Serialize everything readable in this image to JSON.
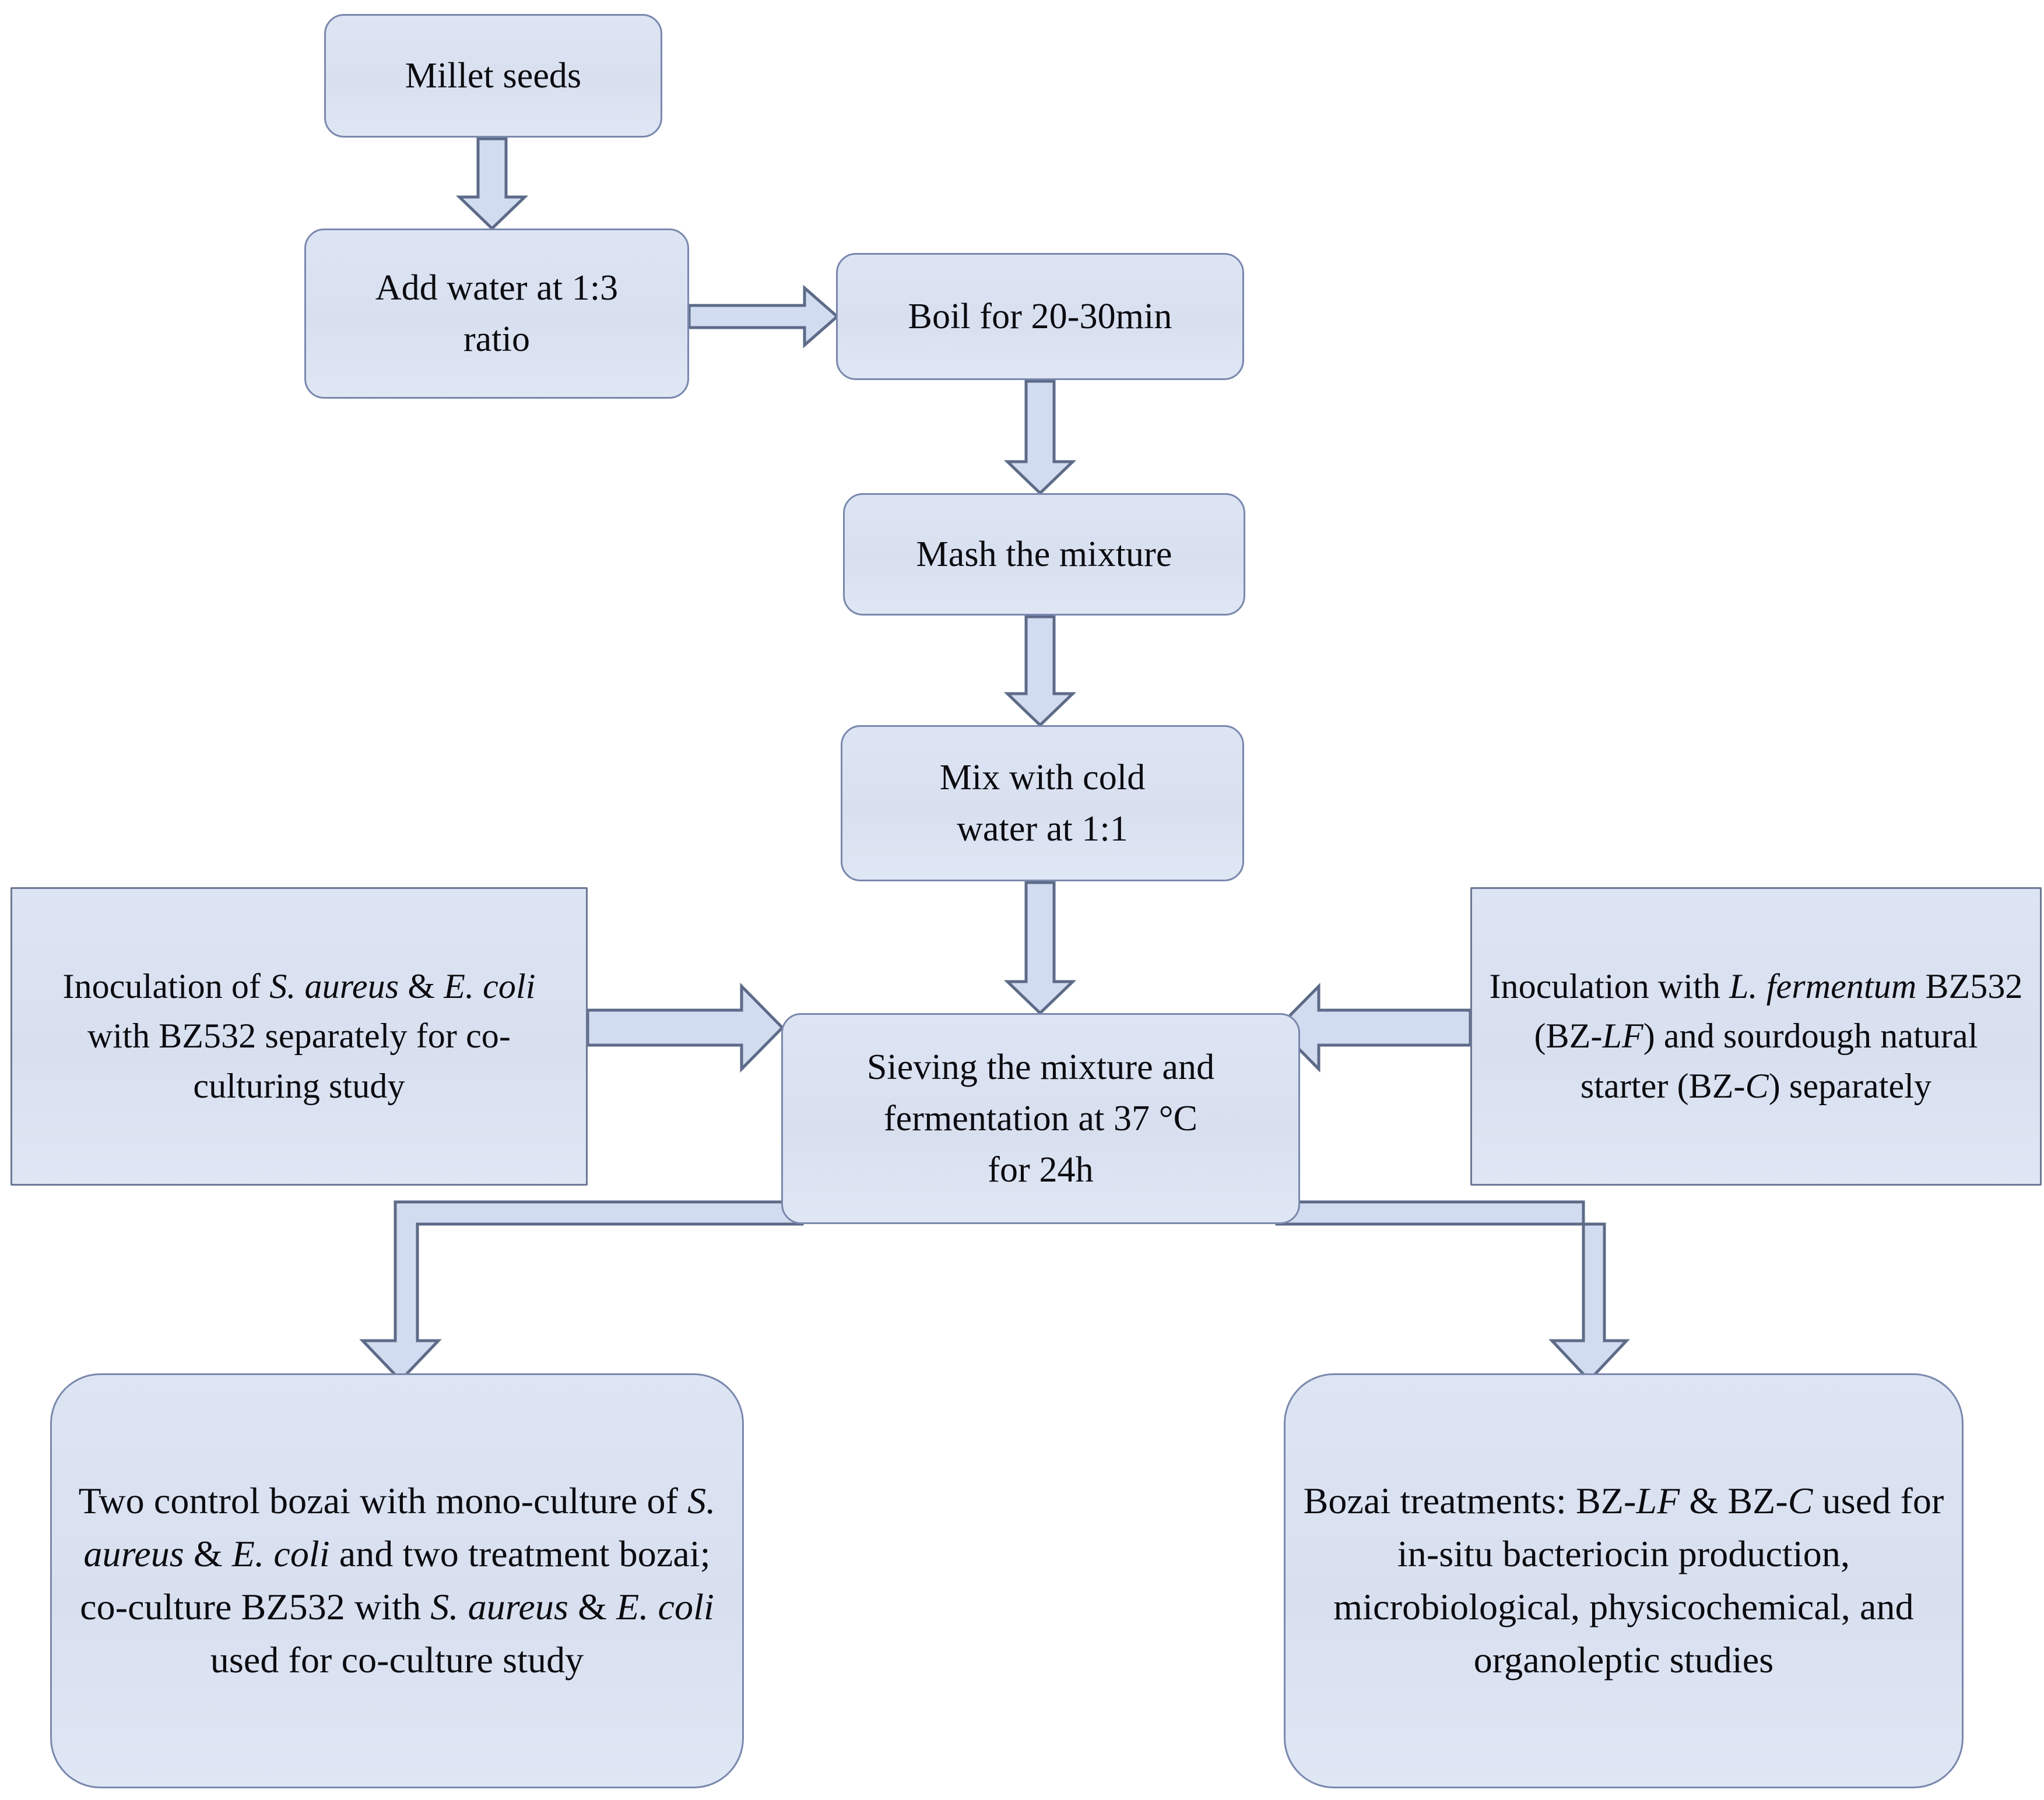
{
  "diagram": {
    "title": "Bozai production and fermentation experimental flowchart",
    "colors": {
      "node_fill": "#dde4f3",
      "node_border": "#7a88ad",
      "arrow_fill": "#d2dcf0",
      "arrow_stroke": "#5d6b88",
      "background": "#ffffff",
      "text": "#0b0b10"
    },
    "nodes": [
      {
        "id": "millet-seeds",
        "label": "Millet seeds",
        "shape": "rounded-rect"
      },
      {
        "id": "add-water",
        "label": "Add water at 1:3 ratio",
        "shape": "rounded-rect"
      },
      {
        "id": "boil",
        "label": "Boil for 20-30min",
        "shape": "rounded-rect"
      },
      {
        "id": "mash",
        "label": "Mash the mixture",
        "shape": "rounded-rect"
      },
      {
        "id": "mix-cold-water",
        "label": "Mix with cold water at 1:1",
        "shape": "rounded-rect"
      },
      {
        "id": "sieving-fermentation",
        "label": "Sieving the mixture and fermentation at 37 °C for 24h",
        "shape": "rounded-rect"
      },
      {
        "id": "inoculation-left",
        "label": "Inoculation of S. aureus & E. coli with BZ532 separately for co-culturing study",
        "shape": "rect"
      },
      {
        "id": "inoculation-right",
        "label": "Inoculation with L. fermentum BZ532 (BZ-LF) and sourdough natural starter (BZ-C) separately",
        "shape": "rect"
      },
      {
        "id": "bottom-left-outcome",
        "label": "Two control bozai with mono-culture of S. aureus & E. coli and two treatment bozai; co-culture BZ532 with S. aureus & E. coli used for co-culture study",
        "shape": "rounded-rect-large"
      },
      {
        "id": "bottom-right-outcome",
        "label": "Bozai treatments: BZ-LF & BZ-C used for in-situ bacteriocin production, microbiological, physicochemical, and organoleptic studies",
        "shape": "rounded-rect-large"
      }
    ],
    "node_text": {
      "millet_seeds": "Millet seeds",
      "add_water_line1": "Add water at 1:3",
      "add_water_line2": "ratio",
      "boil": "Boil for 20-30min",
      "mash": "Mash the mixture",
      "mix_cold_line1": "Mix with cold",
      "mix_cold_line2": "water at 1:1",
      "sieving_line1": "Sieving the mixture and",
      "sieving_line2_a": "fermentation at 37 °C",
      "sieving_line3": "for 24h",
      "inoc_left_a": "Inoculation of ",
      "inoc_left_b": "S. aureus",
      "inoc_left_c": " & ",
      "inoc_left_d": "E. coli",
      "inoc_left_e": " with BZ532 separately for co-culturing study",
      "inoc_right_a": "Inoculation with ",
      "inoc_right_b": "L. fermentum",
      "inoc_right_c": " BZ532 (BZ-",
      "inoc_right_d": "LF",
      "inoc_right_e": ") and sourdough natural starter (BZ-",
      "inoc_right_f": "C",
      "inoc_right_g": ") separately",
      "bl_a": "Two control bozai with mono-culture of ",
      "bl_b": "S. aureus",
      "bl_c": " & ",
      "bl_d": "E. coli",
      "bl_e": " and two treatment bozai; co-culture BZ532 with ",
      "bl_f": "S. aureus",
      "bl_g": " & ",
      "bl_h": "E. coli",
      "bl_i": " used for co-culture study",
      "br_a": "Bozai treatments: BZ-",
      "br_b": "LF",
      "br_c": " & BZ-",
      "br_d": "C",
      "br_e": " used for in-situ bacteriocin production, microbiological, physicochemical, and organoleptic studies"
    },
    "edges": [
      {
        "id": "e1",
        "from": "millet-seeds",
        "to": "add-water",
        "direction": "down",
        "style": "block-arrow"
      },
      {
        "id": "e2",
        "from": "add-water",
        "to": "boil",
        "direction": "right",
        "style": "block-arrow"
      },
      {
        "id": "e3",
        "from": "boil",
        "to": "mash",
        "direction": "down",
        "style": "block-arrow"
      },
      {
        "id": "e4",
        "from": "mash",
        "to": "mix-cold-water",
        "direction": "down",
        "style": "block-arrow"
      },
      {
        "id": "e5",
        "from": "mix-cold-water",
        "to": "sieving-fermentation",
        "direction": "down",
        "style": "block-arrow"
      },
      {
        "id": "e6",
        "from": "inoculation-left",
        "to": "sieving-fermentation",
        "direction": "right",
        "style": "block-arrow"
      },
      {
        "id": "e7",
        "from": "inoculation-right",
        "to": "sieving-fermentation",
        "direction": "left",
        "style": "block-arrow"
      },
      {
        "id": "e8",
        "from": "sieving-fermentation",
        "to": "bottom-left-outcome",
        "direction": "elbow-left-down",
        "style": "block-arrow"
      },
      {
        "id": "e9",
        "from": "sieving-fermentation",
        "to": "bottom-right-outcome",
        "direction": "elbow-right-down",
        "style": "block-arrow"
      }
    ]
  }
}
